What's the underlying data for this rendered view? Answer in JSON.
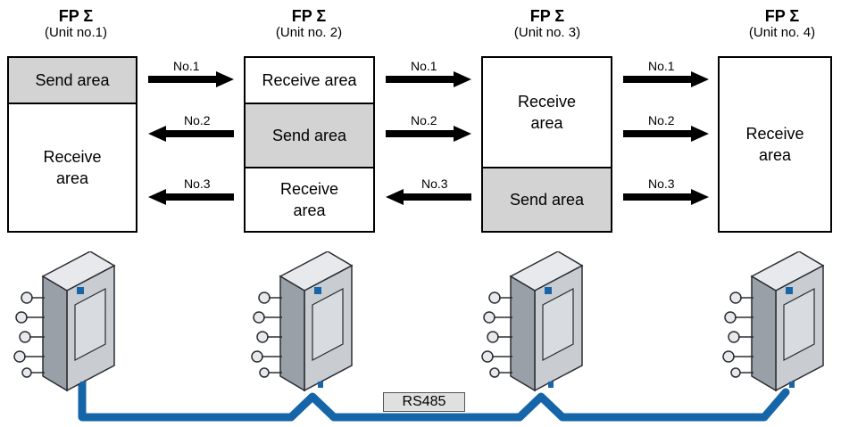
{
  "units": [
    {
      "title": "FP Σ",
      "subtitle": "(Unit no.1)",
      "areas": [
        {
          "label": "Send area",
          "type": "send"
        },
        {
          "label": "Receive\narea",
          "type": "receive"
        }
      ]
    },
    {
      "title": "FP Σ",
      "subtitle": "(Unit no. 2)",
      "areas": [
        {
          "label": "Receive area",
          "type": "receive"
        },
        {
          "label": "Send area",
          "type": "send"
        },
        {
          "label": "Receive\narea",
          "type": "receive"
        }
      ]
    },
    {
      "title": "FP Σ",
      "subtitle": "(Unit no. 3)",
      "areas": [
        {
          "label": "Receive\narea",
          "type": "receive"
        },
        {
          "label": "Send area",
          "type": "send"
        }
      ]
    },
    {
      "title": "FP Σ",
      "subtitle": "(Unit no. 4)",
      "areas": [
        {
          "label": "Receive\narea",
          "type": "receive"
        }
      ]
    }
  ],
  "arrows": [
    {
      "label": "No.1",
      "direction": "right"
    },
    {
      "label": "No.2",
      "direction": "left"
    },
    {
      "label": "No.3",
      "direction": "left"
    },
    {
      "label": "No.1",
      "direction": "right"
    },
    {
      "label": "No.2",
      "direction": "right"
    },
    {
      "label": "No.3",
      "direction": "left"
    },
    {
      "label": "No.1",
      "direction": "right"
    },
    {
      "label": "No.2",
      "direction": "right"
    },
    {
      "label": "No.3",
      "direction": "right"
    }
  ],
  "bus_label": "RS485",
  "colors": {
    "send_area": "#d3d3d3",
    "cable": "#1565a8",
    "device_body": "#c9cdd2"
  }
}
